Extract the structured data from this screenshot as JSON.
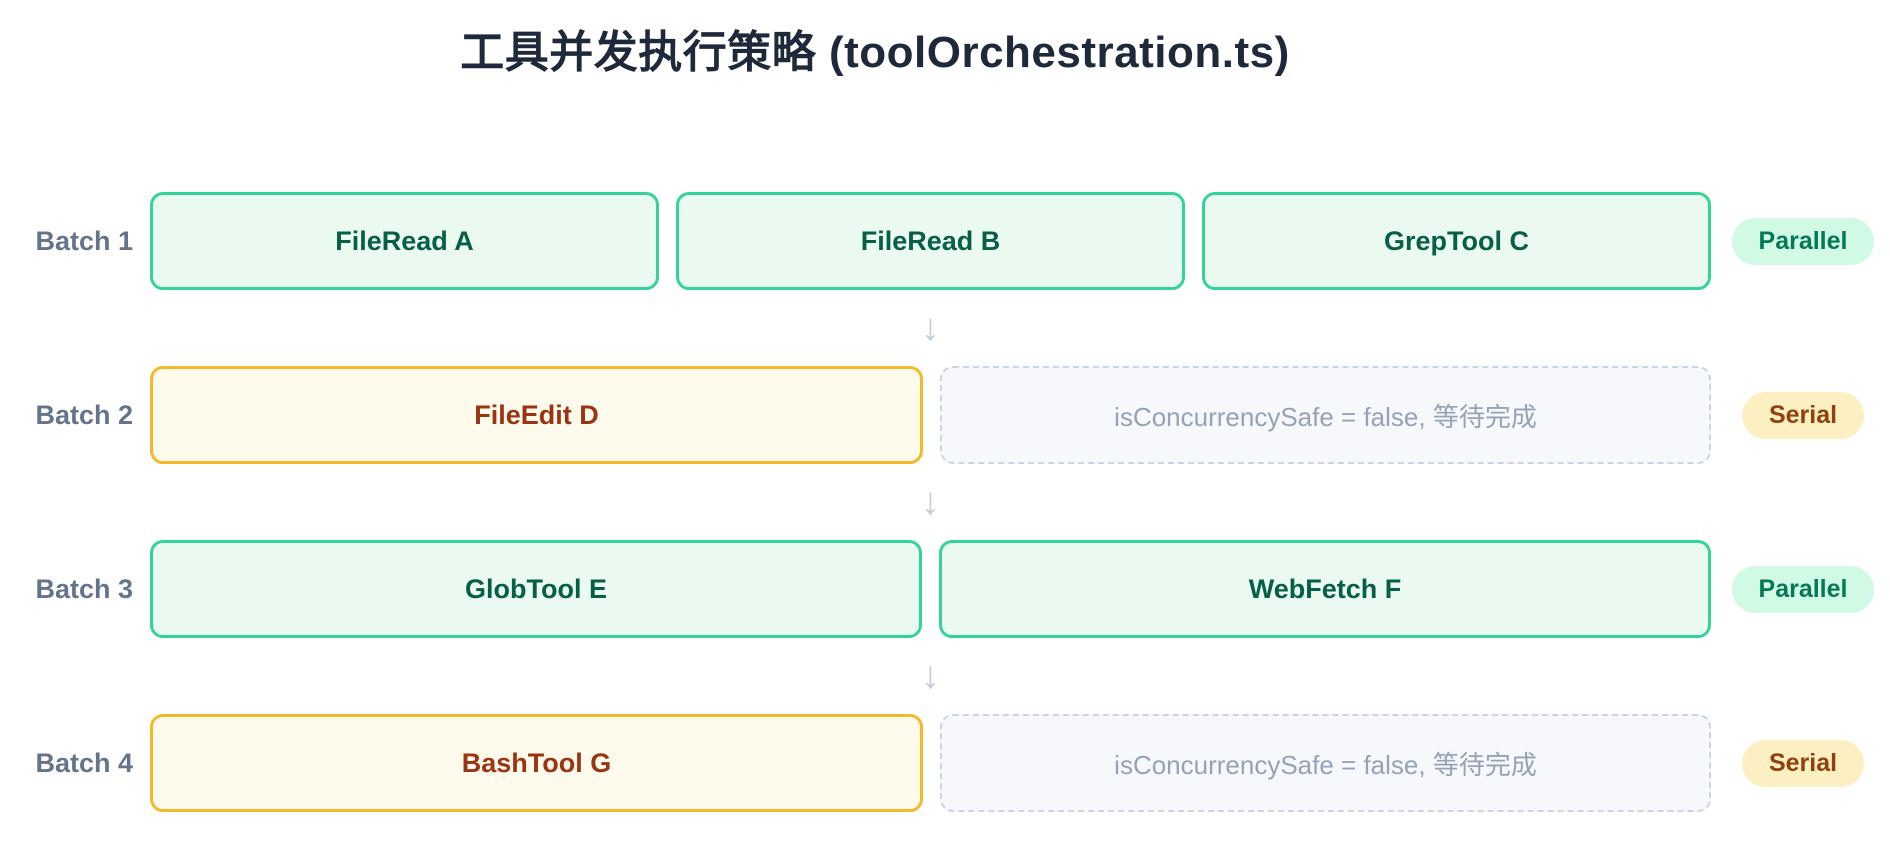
{
  "title": "工具并发执行策略 (toolOrchestration.ts)",
  "glyphs": {
    "down_arrow": "↓"
  },
  "colors": {
    "title_text": "#1e293b",
    "batch_label_text": "#64748b",
    "parallel_box_bg": "#eafaf1",
    "parallel_box_border": "#34d399",
    "parallel_box_text": "#065f46",
    "serial_box_bg": "#fefaec",
    "serial_box_border": "#f5b82b",
    "serial_box_text": "#9a3412",
    "wait_box_bg": "#f6f8fb",
    "wait_box_border": "#cbd5e1",
    "wait_box_text": "#94a3b8",
    "badge_parallel_bg": "#d1fae5",
    "badge_parallel_text": "#047857",
    "badge_serial_bg": "#fcf0c3",
    "badge_serial_text": "#92400e",
    "arrow": "#c2cdda"
  },
  "batches": [
    {
      "label": "Batch 1",
      "mode": "Parallel",
      "boxes": [
        {
          "text": "FileRead A"
        },
        {
          "text": "FileRead B"
        },
        {
          "text": "GrepTool C"
        }
      ]
    },
    {
      "label": "Batch 2",
      "mode": "Serial",
      "boxes": [
        {
          "text": "FileEdit D"
        },
        {
          "text": "isConcurrencySafe = false, 等待完成"
        }
      ]
    },
    {
      "label": "Batch 3",
      "mode": "Parallel",
      "boxes": [
        {
          "text": "GlobTool E"
        },
        {
          "text": "WebFetch F"
        }
      ]
    },
    {
      "label": "Batch 4",
      "mode": "Serial",
      "boxes": [
        {
          "text": "BashTool G"
        },
        {
          "text": "isConcurrencySafe = false, 等待完成"
        }
      ]
    }
  ]
}
